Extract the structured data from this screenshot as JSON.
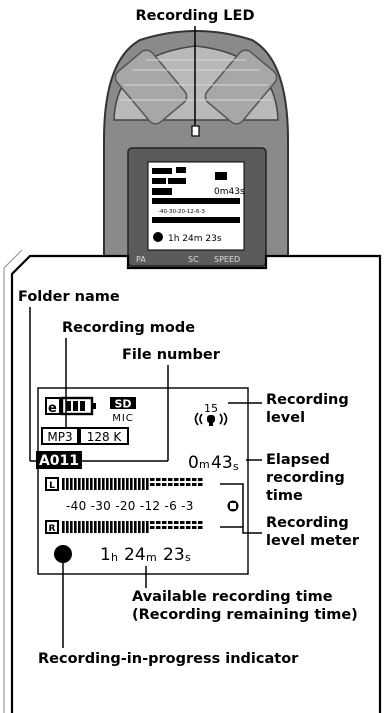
{
  "labels": {
    "recording_led": "Recording LED",
    "folder_name": "Folder name",
    "recording_mode": "Recording mode",
    "file_number": "File number",
    "recording_level_1": "Recording",
    "recording_level_2": "level",
    "elapsed_1": "Elapsed",
    "elapsed_2": "recording",
    "elapsed_3": "time",
    "meter_1": "Recording",
    "meter_2": "level meter",
    "available_1": "Available recording time",
    "available_2": "(Recording remaining time)",
    "indicator": "Recording-in-progress indicator"
  },
  "lcd": {
    "media": "SD",
    "mic_label": "MIC",
    "format": "MP3",
    "bitrate": "128 K",
    "file_id": "A011",
    "level_value": "15",
    "elapsed_min": "0",
    "elapsed_min_unit": "m",
    "elapsed_sec": "43",
    "elapsed_sec_unit": "s",
    "channel_left": "L",
    "channel_right": "R",
    "scale": "-40 -30 -20 -12 -6 -3",
    "remain_h": "1",
    "remain_h_unit": "h",
    "remain_m": "24",
    "remain_m_unit": "m",
    "remain_s": "23",
    "remain_s_unit": "s"
  },
  "device": {
    "button_labels": [
      "PA",
      "SC",
      "SPEED"
    ]
  }
}
